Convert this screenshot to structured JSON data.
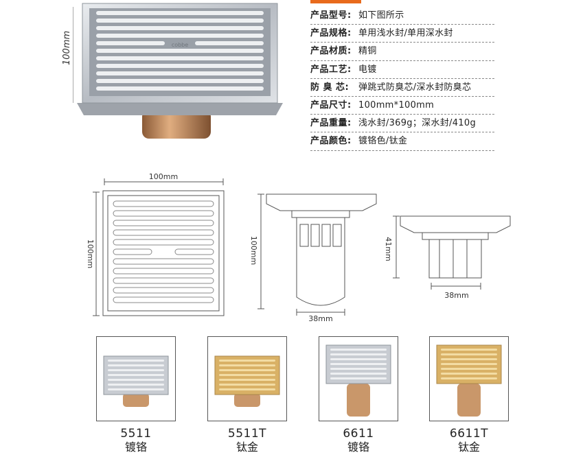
{
  "hero": {
    "dimension_label": "100mm",
    "logo_text": "cobbe"
  },
  "specs": [
    {
      "key": "产品型号:",
      "value": "如下图所示"
    },
    {
      "key": "产品规格:",
      "value": "单用浅水封/单用深水封"
    },
    {
      "key": "产品材质:",
      "value": "精铜"
    },
    {
      "key": "产品工艺:",
      "value": "电镀"
    },
    {
      "key": "防 臭 芯:",
      "value": "弹跳式防臭芯/深水封防臭芯"
    },
    {
      "key": "产品尺寸:",
      "value": "100mm*100mm"
    },
    {
      "key": "产品重量:",
      "value": "浅水封/369g；深水封/410g"
    },
    {
      "key": "产品颜色:",
      "value": "镀铬色/钛金"
    }
  ],
  "drawings": {
    "top_view_width": "100mm",
    "top_view_height": "100mm",
    "deep_seal_height": "100mm",
    "deep_seal_width": "38mm",
    "shallow_seal_height": "41mm",
    "shallow_seal_width": "38mm"
  },
  "variants": [
    {
      "model": "5511",
      "finish": "镀铬",
      "tone": "chrome",
      "type": "shallow"
    },
    {
      "model": "5511T",
      "finish": "钛金",
      "tone": "gold",
      "type": "shallow"
    },
    {
      "model": "6611",
      "finish": "镀铬",
      "tone": "chrome",
      "type": "deep"
    },
    {
      "model": "6611T",
      "finish": "钛金",
      "tone": "gold",
      "type": "deep"
    }
  ],
  "colors": {
    "accent": "#e86a1c",
    "chrome": "#c8ccd2",
    "gold": "#d9b166",
    "brass": "#c9976a"
  }
}
